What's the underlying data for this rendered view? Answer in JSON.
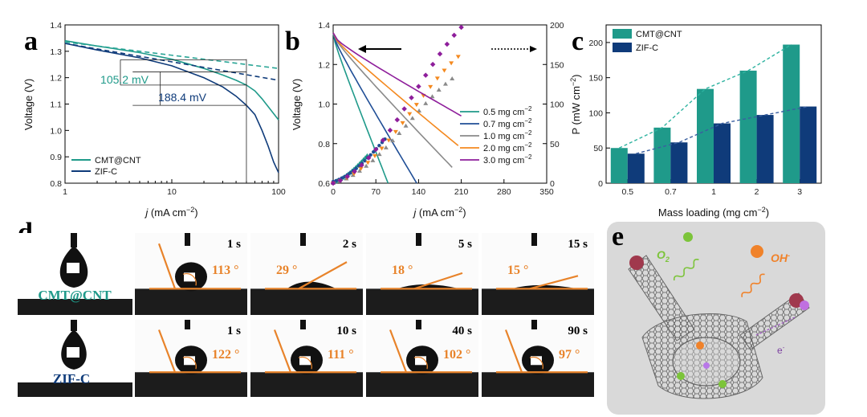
{
  "colors": {
    "cmt": "#1f9a8a",
    "zif": "#0f3b7a",
    "teal_light": "#2aa596",
    "orange": "#e8832a",
    "b1": "#1f9a8a",
    "b2": "#1f4e96",
    "b3": "#8a8a8a",
    "b4": "#f4891f",
    "b5": "#8e1e9b"
  },
  "panels": {
    "a": "a",
    "b": "b",
    "c": "c",
    "d": "d",
    "e": "e"
  },
  "chart_data": [
    {
      "id": "a",
      "type": "line",
      "xlabel_pre": "j",
      "xlabel_post": " (mA cm",
      "xlabel_sup": "−2",
      "xlabel_close": ")",
      "ylabel": "Voltage (V)",
      "xscale": "log",
      "xlim": [
        1,
        100
      ],
      "ylim": [
        0.8,
        1.4
      ],
      "xticks": [
        "1",
        "10",
        "100"
      ],
      "yticks": [
        "0.8",
        "0.9",
        "1.0",
        "1.1",
        "1.2",
        "1.3",
        "1.4"
      ],
      "annotations": [
        "105.2 mV",
        "188.4 mV"
      ],
      "legend": [
        "CMT@CNT",
        "ZIF-C"
      ],
      "series": [
        {
          "name": "CMT@CNT",
          "x": [
            1,
            2,
            5,
            10,
            20,
            30,
            40,
            50,
            60,
            70,
            80,
            100
          ],
          "y": [
            1.34,
            1.32,
            1.295,
            1.27,
            1.235,
            1.21,
            1.19,
            1.172,
            1.15,
            1.12,
            1.09,
            1.04
          ]
        },
        {
          "name": "ZIF-C",
          "x": [
            1,
            2,
            5,
            10,
            20,
            30,
            40,
            50,
            60,
            70,
            80,
            90,
            100
          ],
          "y": [
            1.33,
            1.305,
            1.275,
            1.245,
            1.2,
            1.165,
            1.13,
            1.095,
            1.06,
            1.0,
            0.94,
            0.88,
            0.84
          ]
        },
        {
          "name": "CMT@CNT-tafel",
          "dashed": true,
          "x": [
            1,
            100
          ],
          "y": [
            1.335,
            1.235
          ]
        },
        {
          "name": "ZIF-C-tafel",
          "dashed": true,
          "x": [
            1,
            100
          ],
          "y": [
            1.33,
            1.19
          ]
        }
      ]
    },
    {
      "id": "b",
      "type": "line",
      "xlabel_pre": "j",
      "xlabel_post": " (mA cm",
      "xlabel_sup": "−2",
      "xlabel_close": ")",
      "ylabel": "Voltage (V)",
      "xlim": [
        0,
        350
      ],
      "ylim": [
        0.6,
        1.4
      ],
      "y2lim": [
        0,
        200
      ],
      "xticks": [
        "0",
        "70",
        "140",
        "210",
        "280",
        "350"
      ],
      "yticks": [
        "0.6",
        "0.8",
        "1.0",
        "1.2",
        "1.4"
      ],
      "y2ticks": [
        "0",
        "50",
        "100",
        "150",
        "200"
      ],
      "legend": [
        "0.5 mg cm",
        "0.7 mg cm",
        "1.0 mg cm",
        "2.0 mg cm",
        "3.0 mg cm"
      ],
      "legend_sup": "−2",
      "series": [
        {
          "name": "0.5 mg cm−2",
          "color": "b1",
          "jmax": 90,
          "vend": 0.6,
          "pmax": 50
        },
        {
          "name": "0.7 mg cm−2",
          "color": "b2",
          "jmax": 137,
          "vend": 0.6,
          "pmax": 80
        },
        {
          "name": "1.0 mg cm−2",
          "color": "b3",
          "jmax": 195,
          "vend": 0.68,
          "pmax": 132
        },
        {
          "name": "2.0 mg cm−2",
          "color": "b4",
          "jmax": 205,
          "vend": 0.79,
          "pmax": 160
        },
        {
          "name": "3.0 mg cm−2",
          "color": "b5",
          "jmax": 210,
          "vend": 0.94,
          "pmax": 197
        }
      ]
    },
    {
      "id": "c",
      "type": "bar",
      "xlabel": "Mass loading (mg cm",
      "xlabel_sup": "−2",
      "xlabel_close": ")",
      "ylabel": "P (mW cm",
      "ylabel_sup": "−2",
      "ylabel_close": ")",
      "ylim": [
        0,
        225
      ],
      "categories": [
        "0.5",
        "0.7",
        "1",
        "2",
        "3"
      ],
      "yticks": [
        "0",
        "50",
        "100",
        "150",
        "200"
      ],
      "series": [
        {
          "name": "CMT@CNT",
          "values": [
            50,
            79,
            134,
            160,
            197
          ]
        },
        {
          "name": "ZIF-C",
          "values": [
            42,
            58,
            85,
            97,
            109
          ]
        }
      ]
    }
  ],
  "photos": {
    "row1_sample": "CMT@CNT",
    "row2_sample": "ZIF-C",
    "row1": [
      {
        "time": "1 s",
        "angle": "113 °"
      },
      {
        "time": "2 s",
        "angle": "29 °"
      },
      {
        "time": "5 s",
        "angle": "18 °"
      },
      {
        "time": "15 s",
        "angle": "15 °"
      }
    ],
    "row2": [
      {
        "time": "1 s",
        "angle": "122 °"
      },
      {
        "time": "10 s",
        "angle": "111 °"
      },
      {
        "time": "40 s",
        "angle": "102 °"
      },
      {
        "time": "90 s",
        "angle": "97 °"
      }
    ]
  },
  "schematic": {
    "o2": "O",
    "o2_sub": "2",
    "oh": "OH",
    "oh_sup": "-",
    "e": "e",
    "e_sup": "-"
  }
}
